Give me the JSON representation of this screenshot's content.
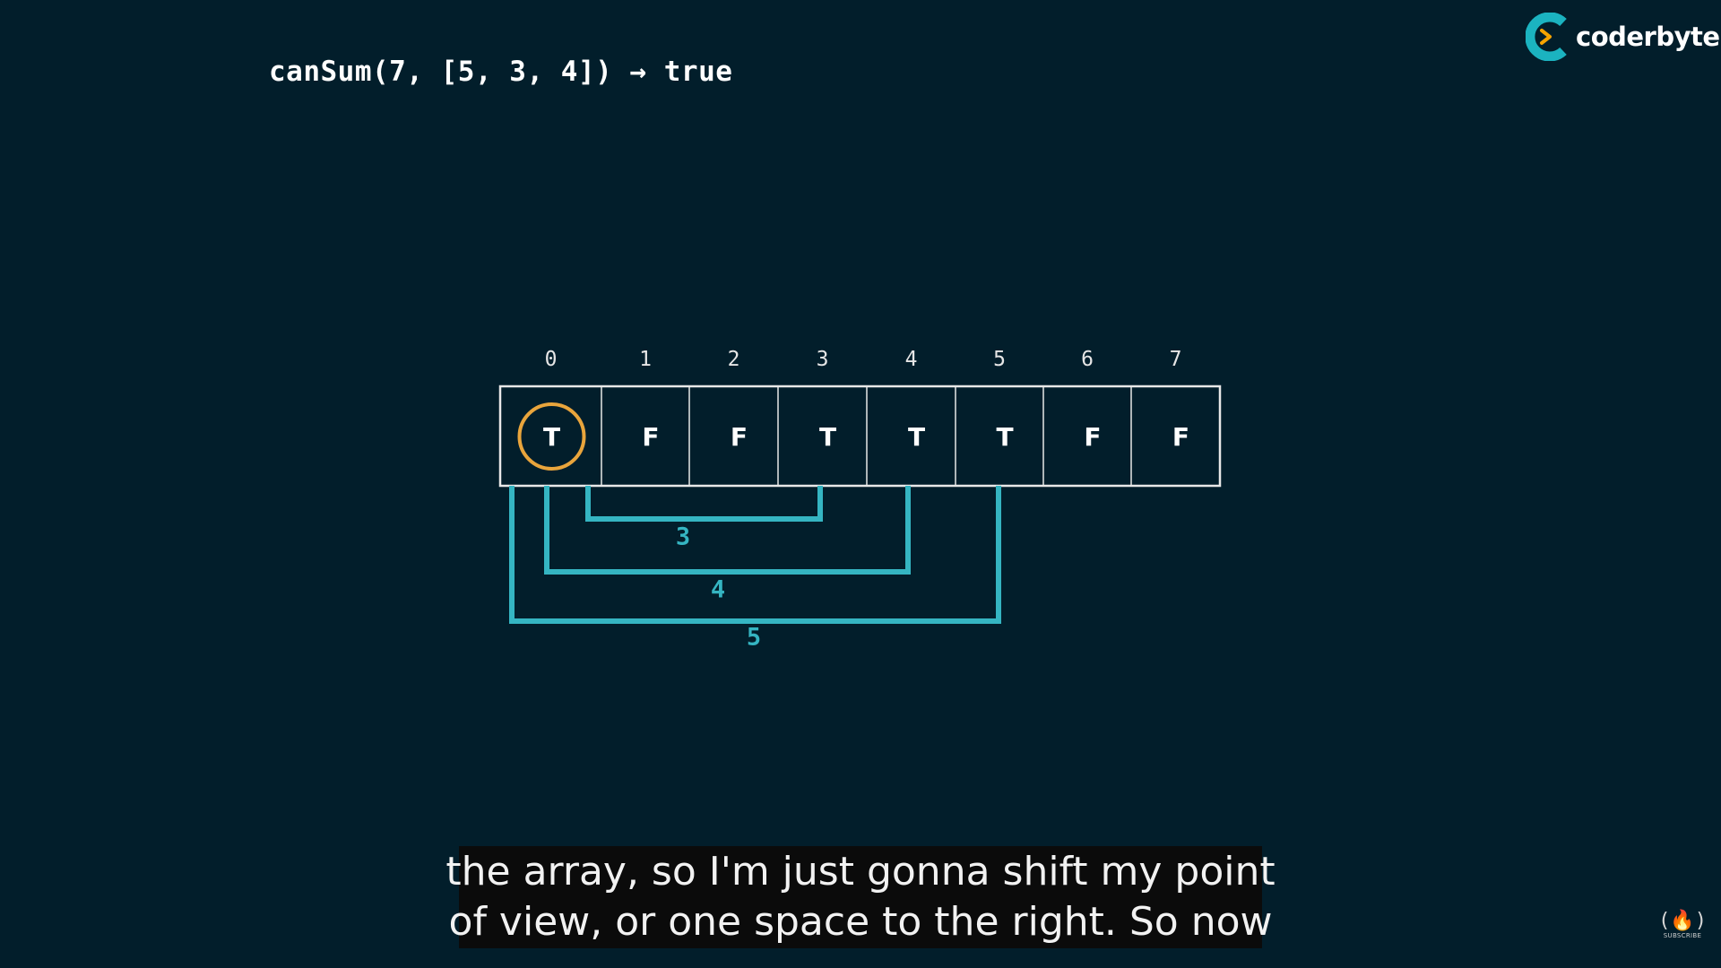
{
  "header": {
    "code_text": "canSum(7, [5, 3, 4]) → true"
  },
  "brand": {
    "logo_text": "coderbyte",
    "logo_icon": "coderbyte-logo-icon",
    "accent_color": "#1bb3c0",
    "arrow_color": "#f5a300"
  },
  "table": {
    "indices": [
      "0",
      "1",
      "2",
      "3",
      "4",
      "5",
      "6",
      "7"
    ],
    "cells": [
      "T",
      "F",
      "F",
      "T",
      "T",
      "T",
      "F",
      "F"
    ],
    "highlighted_index": 0,
    "highlight_color": "#e9a53c",
    "border_color": "#e8e8e8"
  },
  "jumps": {
    "color": "#35b5c2",
    "items": [
      {
        "label": "3",
        "from": 0,
        "to": 3
      },
      {
        "label": "4",
        "from": 0,
        "to": 4
      },
      {
        "label": "5",
        "from": 0,
        "to": 5
      }
    ]
  },
  "caption": {
    "line1": "the array, so I'm just gonna shift my point",
    "line2": "of view, or one space to the right. So now"
  },
  "badge": {
    "glyph": "(🔥)",
    "label": "SUBSCRIBE",
    "icon": "freecodecamp-icon"
  }
}
